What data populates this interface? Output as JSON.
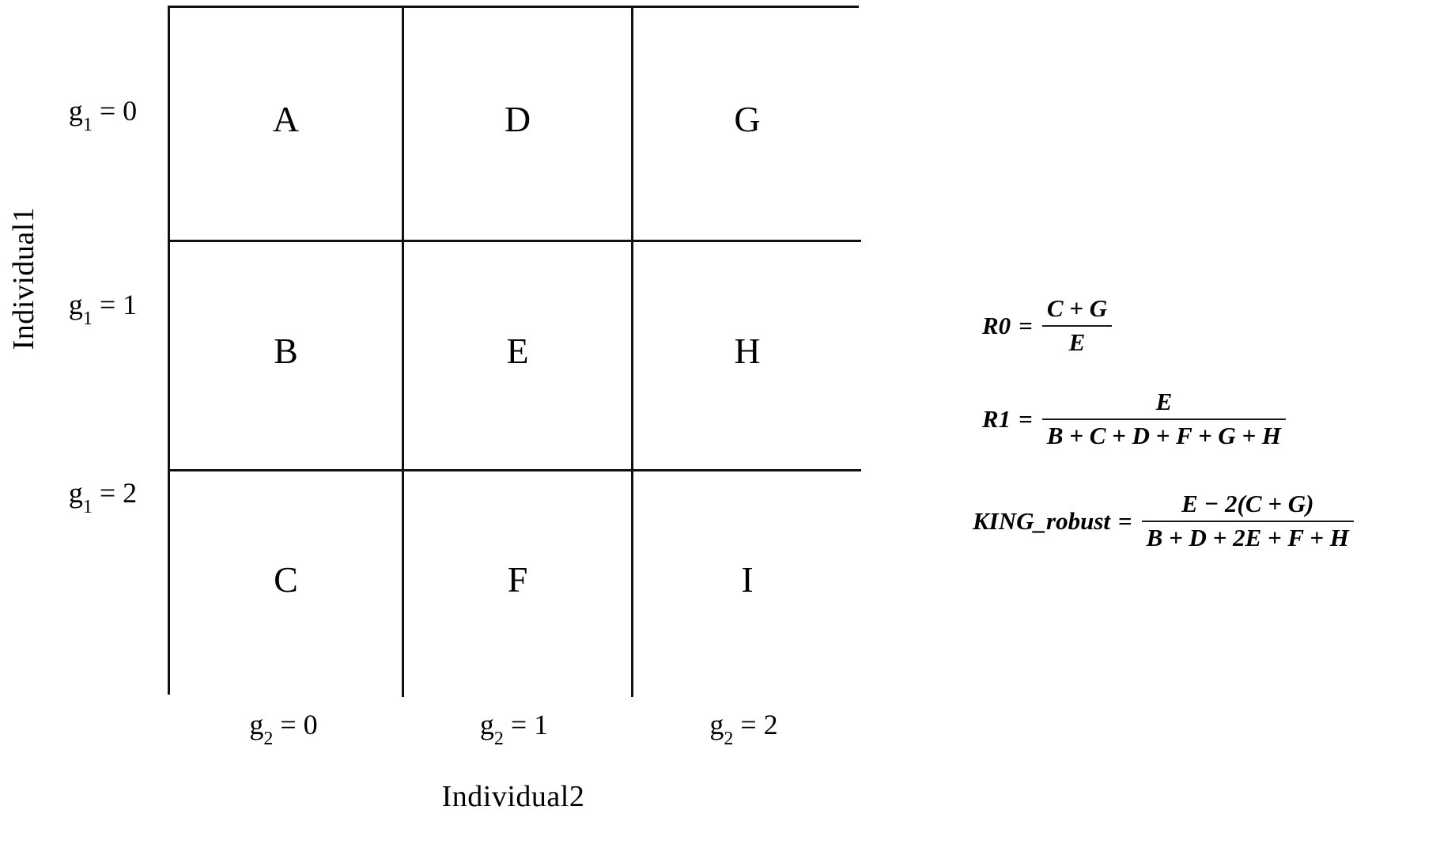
{
  "figure": {
    "y_axis_title": "Individual1",
    "x_axis_title": "Individual2",
    "row_labels": [
      {
        "var": "g",
        "sub": "1",
        "eq": " = 0",
        "full": "g1 = 0"
      },
      {
        "var": "g",
        "sub": "1",
        "eq": " = 1",
        "full": "g1 = 1"
      },
      {
        "var": "g",
        "sub": "1",
        "eq": " = 2",
        "full": "g1 = 2"
      }
    ],
    "col_labels": [
      {
        "var": "g",
        "sub": "2",
        "eq": " = 0",
        "full": "g2 = 0"
      },
      {
        "var": "g",
        "sub": "2",
        "eq": " = 1",
        "full": "g2 = 1"
      },
      {
        "var": "g",
        "sub": "2",
        "eq": " = 2",
        "full": "g2 = 2"
      }
    ],
    "cells": [
      [
        "A",
        "D",
        "G"
      ],
      [
        "B",
        "E",
        "H"
      ],
      [
        "C",
        "F",
        "I"
      ]
    ],
    "border_color": "#111111"
  },
  "chart_data": {
    "type": "table",
    "title": "",
    "xlabel": "Individual2",
    "ylabel": "Individual1",
    "row_categories": [
      "g1 = 0",
      "g1 = 1",
      "g1 = 2"
    ],
    "column_categories": [
      "g2 = 0",
      "g2 = 1",
      "g2 = 2"
    ],
    "values": [
      [
        "A",
        "D",
        "G"
      ],
      [
        "B",
        "E",
        "H"
      ],
      [
        "C",
        "F",
        "I"
      ]
    ],
    "grid": true,
    "legend": "none",
    "annotations": [
      "R0 = (C + G) / E",
      "R1 = E / (B + C + D + F + G + H)",
      "KING_robust = (E - 2(C + G)) / (B + D + 2E + F + H)"
    ]
  },
  "formulas": {
    "r0": {
      "lhs": "R0",
      "eq": "=",
      "numerator": "C + G",
      "denominator": "E"
    },
    "r1": {
      "lhs": "R1",
      "eq": "=",
      "numerator": "E",
      "denominator": "B + C + D + F + G + H"
    },
    "king_robust": {
      "lhs": "KING_robust",
      "eq": "=",
      "numerator": "E − 2(C + G)",
      "denominator": "B + D + 2E + F + H"
    }
  }
}
